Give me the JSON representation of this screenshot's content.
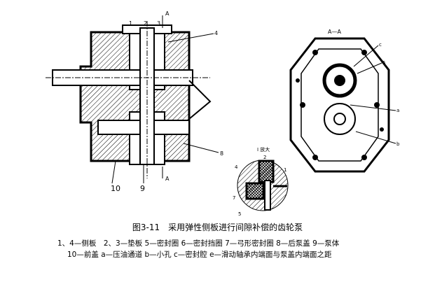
{
  "figure": {
    "title": "图3-11　采用弹性侧板进行间隙补偿的齿轮泵",
    "legend_line1": "1、4—侧板　2、3—垫板 5—密封圈 6—密封挡圈 7—弓形密封圈 8—后泵盖 9—泵体",
    "legend_line2": "10—前盖 a—压油通道 b—小孔 c—密封腔 e—滑动轴承内端面与泵盖内端面之距"
  },
  "labels": {
    "section_a_top": "A",
    "section_a_bottom": "A",
    "section_view": "A—A",
    "n1": "1",
    "n2": "2",
    "n3": "3",
    "n4": "4",
    "n5": "5",
    "n8": "8",
    "n9": "9",
    "n10": "10",
    "c": "c",
    "a": "a",
    "b": "b",
    "detail": "I 放大",
    "d1": "1",
    "d2": "2",
    "d4": "4",
    "d5": "5",
    "d7": "7"
  }
}
